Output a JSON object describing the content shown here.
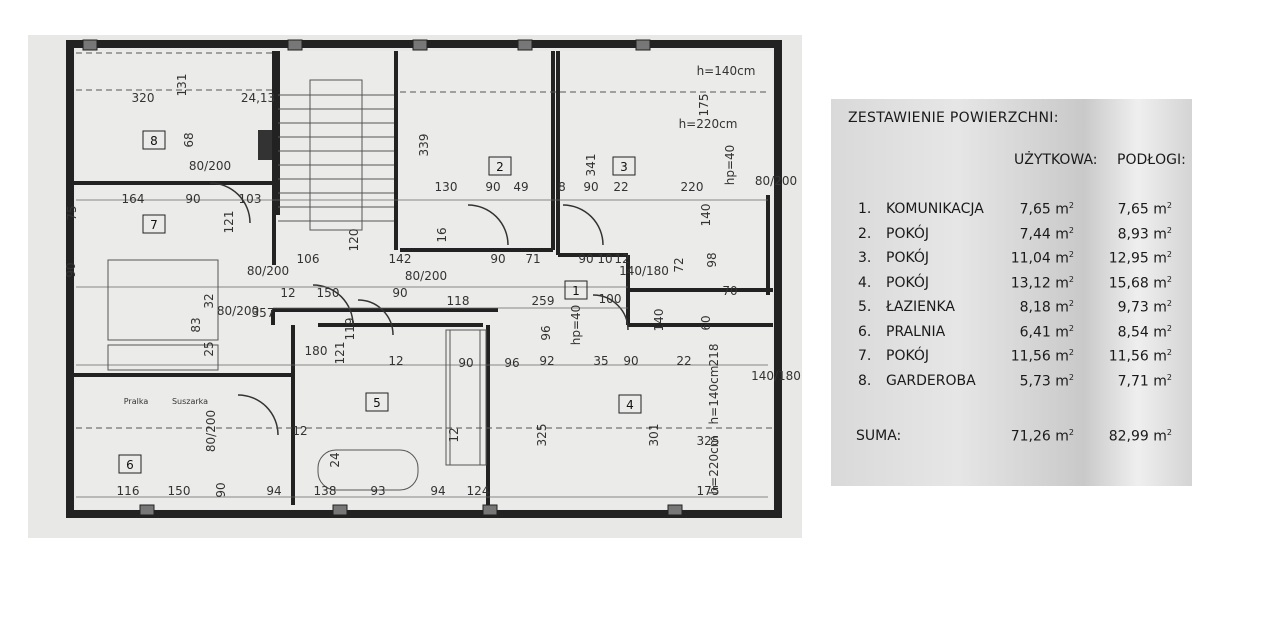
{
  "plan": {
    "rooms": [
      "1",
      "2",
      "3",
      "4",
      "5",
      "6",
      "7",
      "8"
    ],
    "appliances": [
      "Pralka",
      "Suszarka"
    ],
    "dimensions": [
      "320",
      "131",
      "24,13",
      "164",
      "90",
      "103",
      "75",
      "121",
      "68",
      "80/200",
      "339",
      "130",
      "90",
      "49",
      "8",
      "90",
      "22",
      "220",
      "341",
      "h=140cm",
      "h=220cm",
      "175",
      "hp=40",
      "140",
      "72",
      "98",
      "16",
      "142",
      "90",
      "71",
      "90",
      "10",
      "12",
      "106",
      "120",
      "80/200",
      "12",
      "150",
      "90",
      "80/200",
      "118",
      "259",
      "100",
      "80/200",
      "357",
      "25",
      "83",
      "32",
      "90",
      "180",
      "121",
      "119",
      "12",
      "90",
      "96",
      "92",
      "35",
      "90",
      "22",
      "218",
      "140",
      "60",
      "70",
      "12",
      "325",
      "301",
      "325",
      "h=220cm",
      "175",
      "h=140cm",
      "hp=40",
      "80/200",
      "90",
      "116",
      "150",
      "94",
      "138",
      "93",
      "94",
      "124",
      "24",
      "96",
      "80/200",
      "140/180",
      "140/180",
      "12",
      "80/200"
    ]
  },
  "summary": {
    "title": "ZESTAWIENIE POWIERZCHNI:",
    "col_usable": "UŻYTKOWA:",
    "col_floor": "PODŁOGI:",
    "unit": "m",
    "rows": [
      {
        "no": "1.",
        "name": "KOMUNIKACJA",
        "usable": "7,65",
        "floor": "7,65"
      },
      {
        "no": "2.",
        "name": "POKÓJ",
        "usable": "7,44",
        "floor": "8,93"
      },
      {
        "no": "3.",
        "name": "POKÓJ",
        "usable": "11,04",
        "floor": "12,95"
      },
      {
        "no": "4.",
        "name": "POKÓJ",
        "usable": "13,12",
        "floor": "15,68"
      },
      {
        "no": "5.",
        "name": "ŁAZIENKA",
        "usable": "8,18",
        "floor": "9,73"
      },
      {
        "no": "6.",
        "name": "PRALNIA",
        "usable": "6,41",
        "floor": "8,54"
      },
      {
        "no": "7.",
        "name": "POKÓJ",
        "usable": "11,56",
        "floor": "11,56"
      },
      {
        "no": "8.",
        "name": "GARDEROBA",
        "usable": "5,73",
        "floor": "7,71"
      }
    ],
    "total": {
      "label": "SUMA:",
      "usable": "71,26",
      "floor": "82,99"
    }
  }
}
